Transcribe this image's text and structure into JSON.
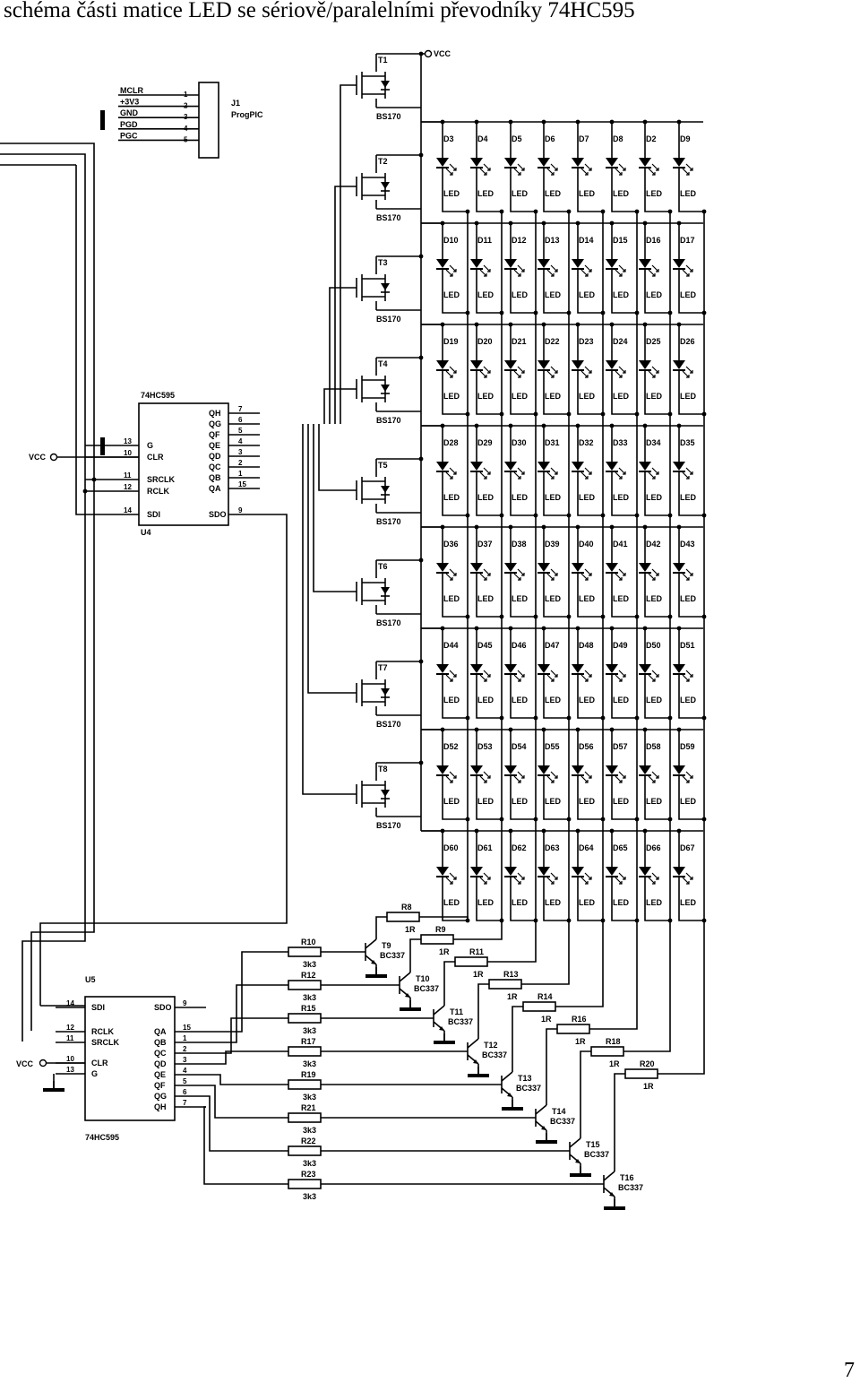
{
  "page": {
    "title": "schéma části matice LED se sériově/paralelními převodníky 74HC595",
    "number": "7"
  },
  "labels": {
    "vcc": "VCC",
    "vcc_top": "VCC",
    "led": "LED",
    "mosfet_type": "BS170",
    "npn_type": "BC337"
  },
  "connector": {
    "ref": "J1",
    "name": "ProgPIC",
    "pins": [
      {
        "name": "MCLR",
        "num": "1"
      },
      {
        "name": "+3V3",
        "num": "2"
      },
      {
        "name": "GND",
        "num": "3"
      },
      {
        "name": "PGD",
        "num": "4"
      },
      {
        "name": "PGC",
        "num": "5"
      }
    ]
  },
  "u4": {
    "part": "74HC595",
    "ref": "U4",
    "left_pins": [
      {
        "name": "G",
        "num": "13"
      },
      {
        "name": "CLR",
        "num": "10"
      },
      {
        "name": "SRCLK",
        "num": "11"
      },
      {
        "name": "RCLK",
        "num": "12"
      },
      {
        "name": "SDI",
        "num": "14"
      }
    ],
    "right_pins": [
      {
        "name": "QH",
        "num": "7"
      },
      {
        "name": "QG",
        "num": "6"
      },
      {
        "name": "QF",
        "num": "5"
      },
      {
        "name": "QE",
        "num": "4"
      },
      {
        "name": "QD",
        "num": "3"
      },
      {
        "name": "QC",
        "num": "2"
      },
      {
        "name": "QB",
        "num": "1"
      },
      {
        "name": "QA",
        "num": "15"
      },
      {
        "name": "SDO",
        "num": "9"
      }
    ]
  },
  "u5": {
    "part": "74HC595",
    "ref": "U5",
    "left_pins": [
      {
        "name": "SDI",
        "num": "14"
      },
      {
        "name": "RCLK",
        "num": "12"
      },
      {
        "name": "SRCLK",
        "num": "11"
      },
      {
        "name": "CLR",
        "num": "10"
      },
      {
        "name": "G",
        "num": "13"
      }
    ],
    "right_pins": [
      {
        "name": "SDO",
        "num": "9"
      },
      {
        "name": "QA",
        "num": "15"
      },
      {
        "name": "QB",
        "num": "1"
      },
      {
        "name": "QC",
        "num": "2"
      },
      {
        "name": "QD",
        "num": "3"
      },
      {
        "name": "QE",
        "num": "4"
      },
      {
        "name": "QF",
        "num": "5"
      },
      {
        "name": "QG",
        "num": "6"
      },
      {
        "name": "QH",
        "num": "7"
      }
    ]
  },
  "mosfets": [
    "T1",
    "T2",
    "T3",
    "T4",
    "T5",
    "T6",
    "T7",
    "T8"
  ],
  "led_rows": [
    [
      "D3",
      "D4",
      "D5",
      "D6",
      "D7",
      "D8",
      "D2",
      "D9"
    ],
    [
      "D10",
      "D11",
      "D12",
      "D13",
      "D14",
      "D15",
      "D16",
      "D17"
    ],
    [
      "D19",
      "D20",
      "D21",
      "D22",
      "D23",
      "D24",
      "D25",
      "D26"
    ],
    [
      "D28",
      "D29",
      "D30",
      "D31",
      "D32",
      "D33",
      "D34",
      "D35"
    ],
    [
      "D36",
      "D37",
      "D38",
      "D39",
      "D40",
      "D41",
      "D42",
      "D43"
    ],
    [
      "D44",
      "D45",
      "D46",
      "D47",
      "D48",
      "D49",
      "D50",
      "D51"
    ],
    [
      "D52",
      "D53",
      "D54",
      "D55",
      "D56",
      "D57",
      "D58",
      "D59"
    ],
    [
      "D60",
      "D61",
      "D62",
      "D63",
      "D64",
      "D65",
      "D66",
      "D67"
    ]
  ],
  "col_resistors": [
    {
      "ref": "R8",
      "value": "1R"
    },
    {
      "ref": "R9",
      "value": "1R"
    },
    {
      "ref": "R11",
      "value": "1R"
    },
    {
      "ref": "R13",
      "value": "1R"
    },
    {
      "ref": "R14",
      "value": "1R"
    },
    {
      "ref": "R16",
      "value": "1R"
    },
    {
      "ref": "R18",
      "value": "1R"
    },
    {
      "ref": "R20",
      "value": "1R"
    }
  ],
  "base_resistors": [
    {
      "ref": "R10",
      "value": "3k3"
    },
    {
      "ref": "R12",
      "value": "3k3"
    },
    {
      "ref": "R15",
      "value": "3k3"
    },
    {
      "ref": "R17",
      "value": "3k3"
    },
    {
      "ref": "R19",
      "value": "3k3"
    },
    {
      "ref": "R21",
      "value": "3k3"
    },
    {
      "ref": "R22",
      "value": "3k3"
    },
    {
      "ref": "R23",
      "value": "3k3"
    }
  ],
  "npn": [
    "T9",
    "T10",
    "T11",
    "T12",
    "T13",
    "T14",
    "T15",
    "T16"
  ]
}
